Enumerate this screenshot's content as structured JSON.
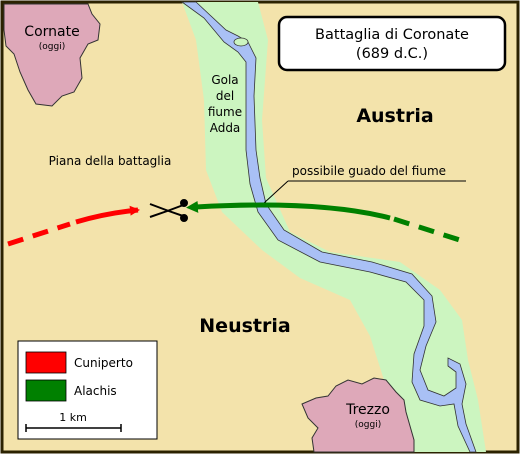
{
  "title": {
    "line1": "Battaglia di Coronate",
    "line2": "(689 d.C.)"
  },
  "regions": {
    "austria": "Austria",
    "neustria": "Neustria"
  },
  "places": {
    "cornate": {
      "name": "Cornate",
      "note": "(oggi)"
    },
    "trezzo": {
      "name": "Trezzo",
      "note": "(oggi)"
    }
  },
  "river_label": [
    "Gola",
    "del",
    "fiume",
    "Adda"
  ],
  "battle_plain": "Piana della battaglia",
  "ford_label": "possibile guado del fiume",
  "battle_symbol": "crossed-swords-icon",
  "legend": {
    "items": [
      {
        "label": "Cuniperto",
        "color": "#ff0000"
      },
      {
        "label": "Alachis",
        "color": "#008000"
      }
    ],
    "scale_label": "1 km"
  },
  "colors": {
    "land": "#f3e3ab",
    "border": "#2b2200",
    "gorge": "#ccf5c0",
    "river": "#a9c0f5",
    "town": "#dea8b9"
  }
}
